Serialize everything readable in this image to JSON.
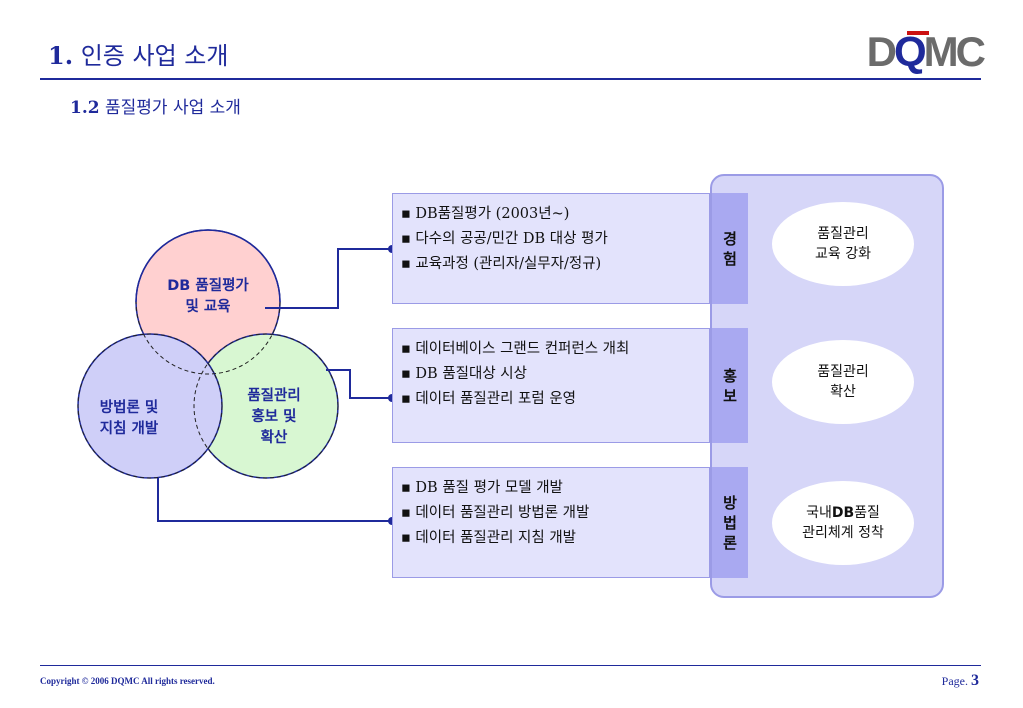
{
  "header": {
    "title_number": "1.",
    "title_text": "인증 사업 소개",
    "subtitle_number": "1.2",
    "subtitle_text": "품질평가 사업 소개",
    "logo_d": "D",
    "logo_q": "Q",
    "logo_mc": "MC"
  },
  "venn": {
    "top_line1": "DB 품질평가",
    "top_line2": "및 교육",
    "left_line1": "방법론 및",
    "left_line2": "지침 개발",
    "right_line1": "품질관리",
    "right_line2": "홍보 및",
    "right_line3": "확산"
  },
  "rows": [
    {
      "items": [
        "▪ DB품질평가 (2003년~)",
        "▪ 다수의 공공/민간 DB 대상 평가",
        "▪ 교육과정 (관리자/실무자/정규)"
      ],
      "tag1": "경",
      "tag2": "험",
      "goal1": "품질관리",
      "goal2": "교육 강화"
    },
    {
      "items": [
        "▪ 데이터베이스 그랜드 컨퍼런스 개최",
        "▪ DB 품질대상 시상",
        "▪ 데이터 품질관리 포럼 운영"
      ],
      "tag1": "홍",
      "tag2": "보",
      "goal1": "품질관리",
      "goal2": "확산"
    },
    {
      "items": [
        "▪ DB 품질 평가 모델 개발",
        "▪ 데이터 품질관리 방법론 개발",
        "▪ 데이터 품질관리 지침 개발"
      ],
      "tag1": "방",
      "tag2": "법",
      "tag3": "론",
      "goal1_pre": "국내",
      "goal1_bold": "DB",
      "goal1_post": "품질",
      "goal2": "관리체계 정착"
    }
  ],
  "footer": {
    "copyright": "Copyright © 2006 DQMC All rights reserved.",
    "page_label": "Page.",
    "page_number": "3"
  },
  "colors": {
    "brand_navy": "#1f2a9b",
    "circle_top": "#ffd0d0",
    "circle_left": "#cfcff8",
    "circle_right": "#d8f7d2",
    "panel": "#d6d6f8",
    "box": "#e3e3fc",
    "tag": "#a9a9f1"
  }
}
